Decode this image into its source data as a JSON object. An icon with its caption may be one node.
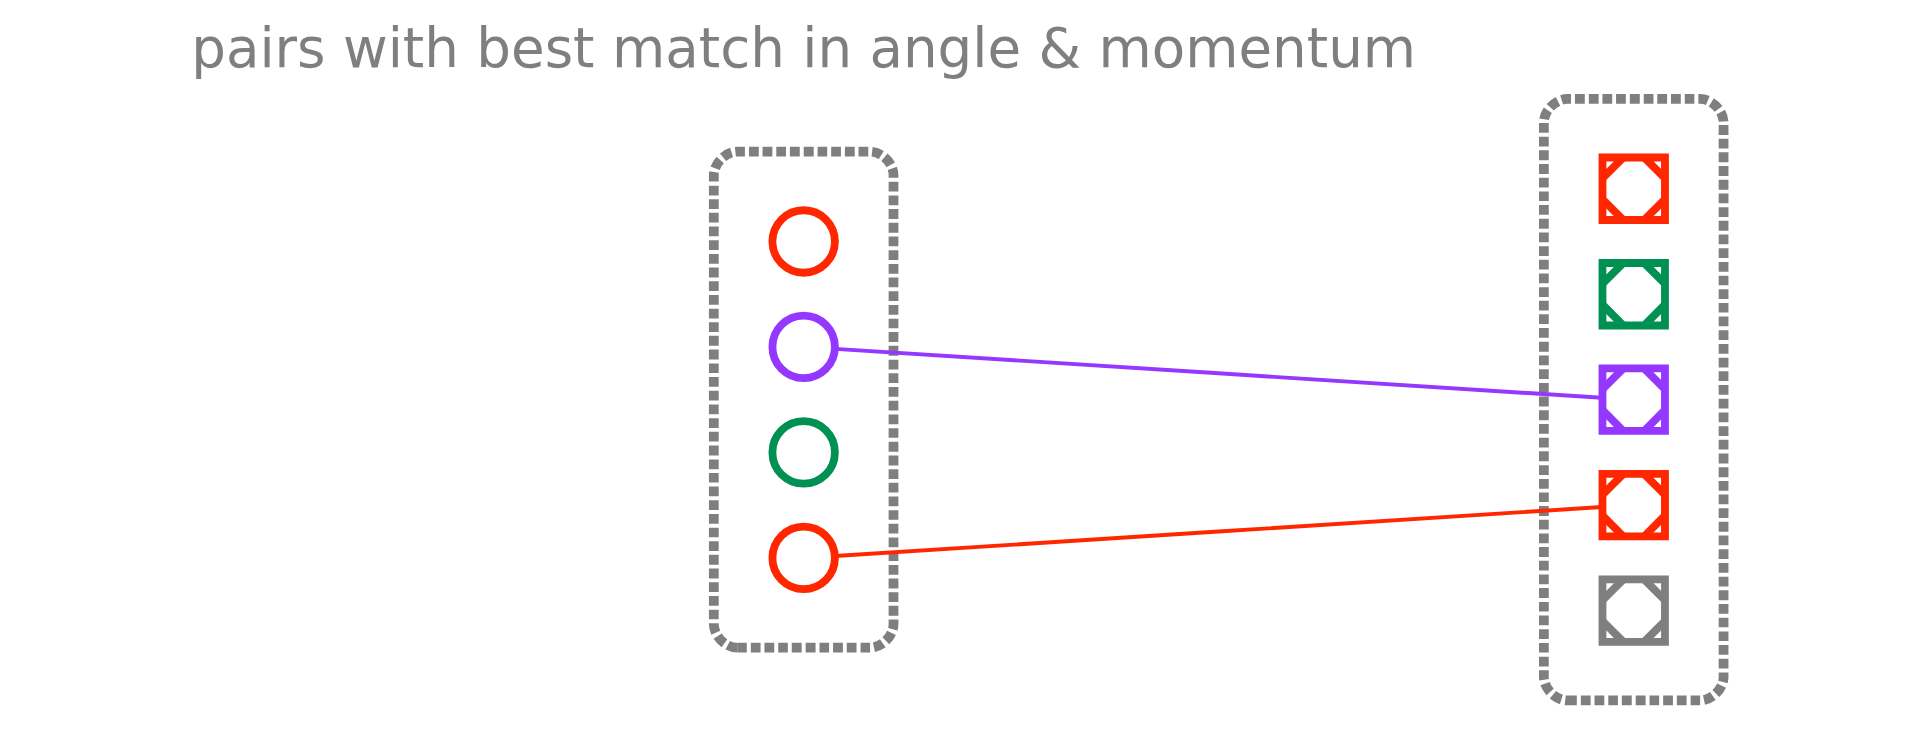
{
  "diagram": {
    "nodes": [
      {
        "text": [],
        "shape": "box"
      },
      {
        "text": [],
        "shape": "circle",
        "in": 0
      },
      {
        "text": [],
        "shape": "circle",
        "in": 0
      },
      {
        "text": [],
        "shape": "circle",
        "in": 0
      },
      {
        "text": [],
        "shape": "circle",
        "in": 0
      },
      {
        "text": [],
        "shape": "box"
      },
      {
        "text": [],
        "shape": "cross",
        "in": 5
      },
      {
        "text": [],
        "shape": "cross",
        "in": 5
      },
      {
        "text": [],
        "shape": "cross",
        "in": 5
      },
      {
        "text": [],
        "shape": "cross",
        "in": 5
      },
      {
        "text": [],
        "shape": "cross",
        "in": 5
      }
    ],
    "edges": [
      {
        "from": 4,
        "to": 9,
        "arrow": "none",
        "color": "#ff2600"
      },
      {
        "from": 2,
        "to": 8,
        "arrow": "none",
        "color": "#9437ff"
      }
    ],
    "labels": [
      "pairs with best match in angle & momentum"
    ]
  }
}
